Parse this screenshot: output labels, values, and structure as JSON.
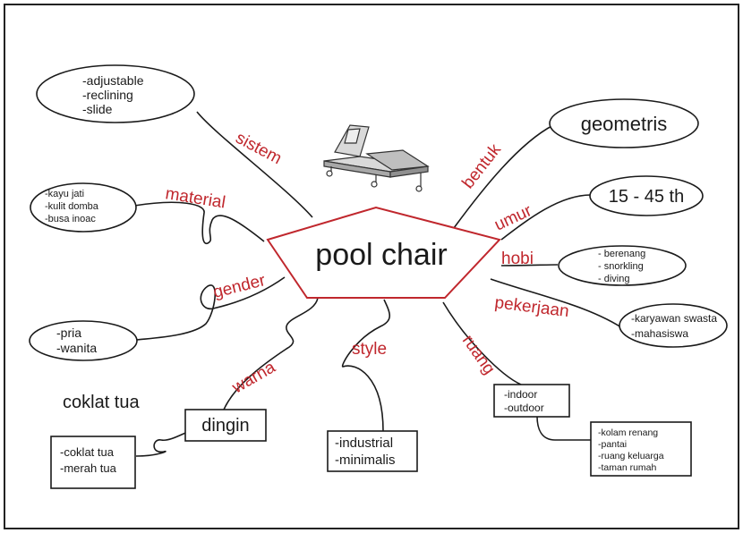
{
  "center": {
    "title": "pool chair"
  },
  "branches": {
    "sistem": {
      "label": "sistem",
      "items": [
        "-adjustable",
        "-reclining",
        "-slide"
      ]
    },
    "material": {
      "label": "material",
      "items": [
        "-kayu jati",
        "-kulit domba",
        "-busa inoac"
      ]
    },
    "gender": {
      "label": "gender",
      "items": [
        "-pria",
        "-wanita"
      ]
    },
    "warna": {
      "label": "warna",
      "node": "dingin",
      "items": [
        "-coklat tua",
        "-merah tua"
      ],
      "note": "coklat tua"
    },
    "style": {
      "label": "style",
      "items": [
        "-industrial",
        "-minimalis"
      ]
    },
    "ruang": {
      "label": "ruang",
      "items": [
        "-indoor",
        "-outdoor"
      ],
      "sub_items": [
        "-kolam renang",
        "-pantai",
        "-ruang keluarga",
        "-taman rumah"
      ]
    },
    "pekerjaan": {
      "label": "pekerjaan",
      "items": [
        "-karyawan swasta",
        "-mahasiswa"
      ]
    },
    "hobi": {
      "label": "hobi",
      "items": [
        "- berenang",
        "- snorkling",
        "- diving"
      ]
    },
    "umur": {
      "label": "umur",
      "value": "15 - 45 th"
    },
    "bentuk": {
      "label": "bentuk",
      "value": "geometris"
    }
  },
  "colors": {
    "label_red": "#c0272d",
    "ink": "#1a1a1a",
    "frame": "#222222"
  },
  "illustration": {
    "icon": "lounge-chair-illustration"
  }
}
